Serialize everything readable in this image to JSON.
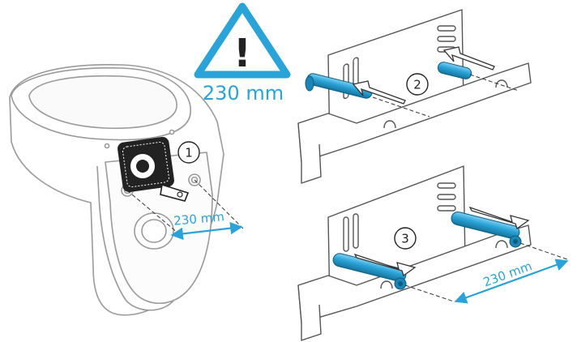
{
  "warning": {
    "label": "230 mm",
    "symbol": "!"
  },
  "steps": [
    {
      "number": "1"
    },
    {
      "number": "2"
    },
    {
      "number": "3"
    }
  ],
  "dimensions": {
    "toilet": "230 mm",
    "bracket": "230 mm"
  },
  "colors": {
    "accent": "#29a3d8",
    "line": "#555555",
    "light_line": "#9a9a9a",
    "fill": "#ffffff"
  }
}
